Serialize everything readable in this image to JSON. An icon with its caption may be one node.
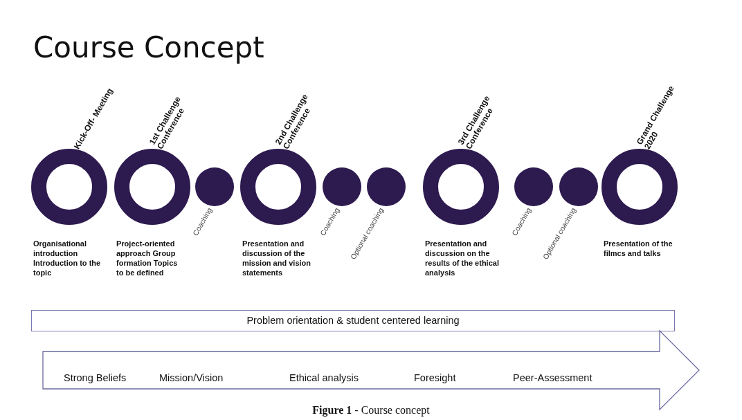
{
  "diagram": {
    "title": "Course Concept",
    "caption": "**Figure 1** - Course concept",
    "nodes": [
      {
        "text": [
          "Kick-Off- Meeting",
          "Organisational introduction Introduction to the topic"
        ]
      },
      {
        "text": [
          "1st Challenge Conference",
          "Project-oriented approach Group formation Topics to be defined"
        ]
      },
      {
        "text": [
          "Coaching"
        ]
      },
      {
        "text": [
          "2nd Challenge Conference",
          "Presentation and discussion of the mission and vision statements"
        ]
      },
      {
        "text": [
          "Coaching"
        ]
      },
      {
        "text": [
          "Optional coaching"
        ]
      },
      {
        "text": [
          "3rd Challenge Conference",
          "Presentation and discussion on the results of the ethical analysis"
        ]
      },
      {
        "text": [
          "Coaching"
        ]
      },
      {
        "text": [
          "Optional coaching"
        ]
      },
      {
        "text": [
          "Grand Challenge 2020",
          "Presentation of the filmcs and talks"
        ]
      },
      {
        "text": [
          "Problem orientation & student centered learning"
        ]
      },
      {
        "text": [
          "Strong Beliefs",
          "Mission/Vision",
          "Ethical analysis",
          "Foresight",
          "Peer-Assessment"
        ]
      }
    ]
  }
}
